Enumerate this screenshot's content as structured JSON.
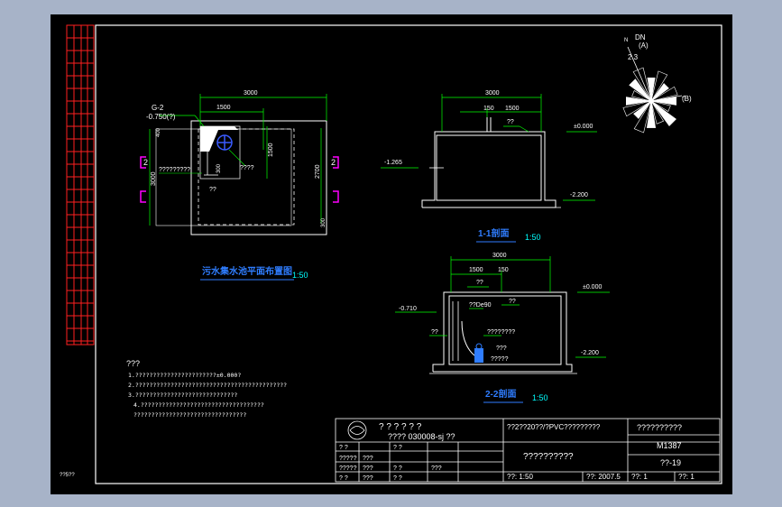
{
  "colors": {
    "background": "#a7b3c8",
    "sheet": "#000000",
    "frame": "#ffffff",
    "dimension": "#00ff00",
    "note": "#ffffff",
    "grid": "#ff2020",
    "section_mark": "#ff00ff",
    "title": "#2f7dff",
    "title_accent": "#00ffff"
  },
  "corner_label": "??5??",
  "plan": {
    "dim_top": "3000",
    "dim_inner": "1500",
    "dim_right": "2700",
    "dim_left": "3000",
    "dim_right_small": "1500",
    "dim_bottom_small": "300",
    "label_g2": "G-2",
    "label_elev": "-0.750(?)",
    "label_note1": "?????????",
    "label_note2": "????",
    "label_note3": "??",
    "label_dim_small": "400",
    "label_dim_small2": "300",
    "section_left": "2",
    "section_right": "2",
    "title": "污水集水池平面布置图",
    "scale": "1:50"
  },
  "section11": {
    "dim_top": "3000",
    "dim_a": "150",
    "dim_b": "1500",
    "label_cover": "??",
    "elev_ground": "±0.000",
    "elev_left": "-1.265",
    "elev_bottom": "-2.200",
    "title": "1-1剖面",
    "scale": "1:50"
  },
  "section22": {
    "dim_top": "3000",
    "dim_a": "1500",
    "dim_b": "150",
    "label_cover": "??",
    "elev_ground": "±0.000",
    "elev_left": "-0.710",
    "elev_bottom": "-2.200",
    "label_pipe": "??De90",
    "label_a": "??",
    "label_b": "????????",
    "label_c": "???",
    "label_d": "?????",
    "label_e": "??",
    "title": "2-2剖面",
    "scale": "1:50"
  },
  "north": {
    "label_dn": "DN",
    "label_a": "(A)",
    "label_b": "(B)",
    "label_num": "2.3",
    "label_n": "N"
  },
  "notes": {
    "heading": "???",
    "lines": [
      "1.???????????????????????±0.000?",
      "2.???????????????????????????????????????????",
      "3.?????????????????????????????",
      "4.???????????????????????????????????",
      "????????????????????????????????"
    ]
  },
  "title_block": {
    "company": "?  ?  ?  ?  ?  ?",
    "project_no": "????  030008-sj  ??",
    "project_name": "??2??20??/?PVC?????????",
    "drawing_name": "??????????",
    "title_right": "??????????",
    "drawing_no": "M1387",
    "sheet_no": "??-19",
    "scale_label": "??: 1:50",
    "date_label": "??: 2007.5",
    "sheet_label": "??: 1",
    "total_label": "??: 1",
    "rows": [
      [
        "?  ?",
        "",
        "?  ?",
        ""
      ],
      [
        "?????",
        "???",
        "",
        ""
      ],
      [
        "?????",
        "???",
        "?  ?",
        "???"
      ],
      [
        "?  ?",
        "???",
        "?  ?",
        ""
      ]
    ]
  }
}
